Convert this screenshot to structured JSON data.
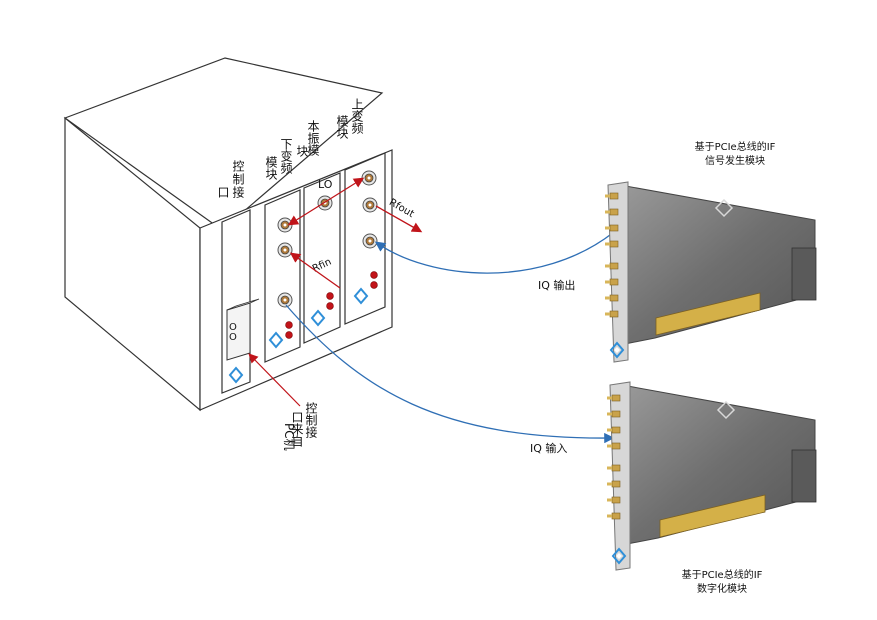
{
  "chassis": {
    "slot_labels": {
      "control": [
        "控制接",
        "口"
      ],
      "downconverter": [
        "下变频",
        "模块"
      ],
      "lo_module": [
        "本振模",
        "块"
      ],
      "upconverter": [
        "上变频",
        "模块"
      ]
    },
    "port_lo": "LO",
    "port_rfin": "Rfin",
    "port_rfout": "Rfout",
    "control_note": [
      "控制接",
      "口来自",
      "PC机"
    ]
  },
  "links": {
    "iq_out": "IQ 输出",
    "iq_in": "IQ 输入"
  },
  "cards": {
    "generator": [
      "基于PCIe总线的IF",
      "信号发生模块"
    ],
    "digitizer": [
      "基于PCIe总线的IF",
      "数字化模块"
    ]
  },
  "colors": {
    "rf_arrow": "#c0141a",
    "iq_line": "#2f6fb5",
    "card_body": "#6e6e6e",
    "connector_gold": "#c9a24a",
    "led_red": "#c2141a"
  }
}
